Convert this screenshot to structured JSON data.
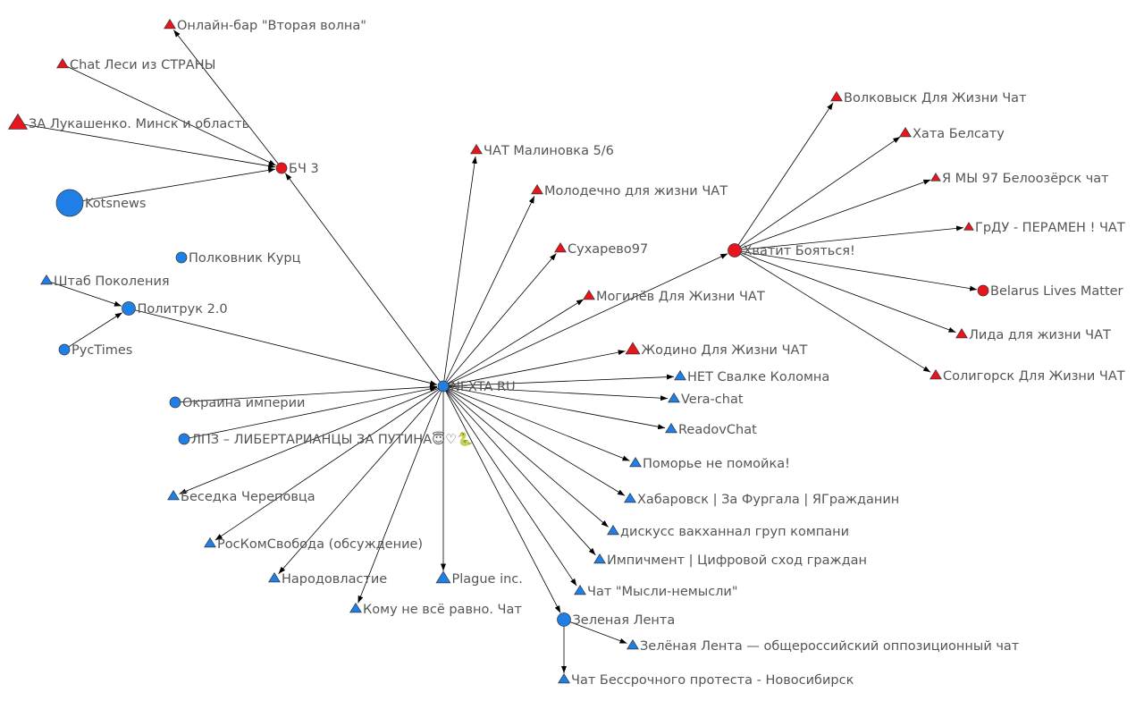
{
  "colors": {
    "red": "#e8141e",
    "blue": "#1f7fe6",
    "edge": "#000000",
    "label": "#555555"
  },
  "nodes": [
    {
      "id": "nexta",
      "label": "NEXTA RU",
      "shape": "circle",
      "color": "blue",
      "size": "s"
    },
    {
      "id": "bch3",
      "label": "БЧ 3",
      "shape": "circle",
      "color": "red",
      "size": "s"
    },
    {
      "id": "online_bar",
      "label": "Онлайн-бар \"Вторая волна\"",
      "shape": "triangle",
      "color": "red",
      "size": "s"
    },
    {
      "id": "chat_lesi",
      "label": "Chat Леси из СТРАНЫ",
      "shape": "triangle",
      "color": "red",
      "size": "s"
    },
    {
      "id": "za_luk",
      "label": "ЗА Лукашенко. Минск и область",
      "shape": "triangle",
      "color": "red",
      "size": "l"
    },
    {
      "id": "kotsnews",
      "label": "Kotsnews",
      "shape": "circle",
      "color": "blue",
      "size": "xl"
    },
    {
      "id": "polkovnik",
      "label": "Полковник Курц",
      "shape": "circle",
      "color": "blue",
      "size": "s"
    },
    {
      "id": "shtab",
      "label": "Штаб Поколения",
      "shape": "triangle",
      "color": "blue",
      "size": "s"
    },
    {
      "id": "politruk",
      "label": "Политрук 2.0",
      "shape": "circle",
      "color": "blue",
      "size": "m"
    },
    {
      "id": "ructimes",
      "label": "РусTimes",
      "shape": "circle",
      "color": "blue",
      "size": "s"
    },
    {
      "id": "okraina",
      "label": "Окраина империи",
      "shape": "circle",
      "color": "blue",
      "size": "s"
    },
    {
      "id": "lpz",
      "label": "ЛПЗ – ЛИБЕРТАРИАНЦЫ ЗА ПУТИНА😇♡🐍",
      "shape": "circle",
      "color": "blue",
      "size": "s"
    },
    {
      "id": "besedka",
      "label": "Беседка Череповца",
      "shape": "triangle",
      "color": "blue",
      "size": "s"
    },
    {
      "id": "roskom",
      "label": "РосКомСвобода (обсуждение)",
      "shape": "triangle",
      "color": "blue",
      "size": "s"
    },
    {
      "id": "narodovl",
      "label": "Народовластие",
      "shape": "triangle",
      "color": "blue",
      "size": "s"
    },
    {
      "id": "komu",
      "label": "Кому не всё равно. Чат",
      "shape": "triangle",
      "color": "blue",
      "size": "s"
    },
    {
      "id": "plague",
      "label": "Plague inc.",
      "shape": "triangle",
      "color": "blue",
      "size": "m"
    },
    {
      "id": "zelenaya",
      "label": "Зеленая Лента",
      "shape": "circle",
      "color": "blue",
      "size": "m"
    },
    {
      "id": "zelenaya2",
      "label": "Зелёная Лента — общероссийский оппозиционный чат",
      "shape": "triangle",
      "color": "blue",
      "size": "s"
    },
    {
      "id": "nsk",
      "label": "Чат Бессрочного протеста - Новосибирск",
      "shape": "triangle",
      "color": "blue",
      "size": "s"
    },
    {
      "id": "mysli",
      "label": "Чат \"Мысли-немысли\"",
      "shape": "triangle",
      "color": "blue",
      "size": "s"
    },
    {
      "id": "impeach",
      "label": "Импичмент | Цифровой сход граждан",
      "shape": "triangle",
      "color": "blue",
      "size": "s"
    },
    {
      "id": "diskuss",
      "label": "дискусс вакханнал груп компани",
      "shape": "triangle",
      "color": "blue",
      "size": "s"
    },
    {
      "id": "habarovsk",
      "label": "Хабаровск | За Фургала | ЯГражданин",
      "shape": "triangle",
      "color": "blue",
      "size": "s"
    },
    {
      "id": "pomorye",
      "label": "Поморье не помойка!",
      "shape": "triangle",
      "color": "blue",
      "size": "s"
    },
    {
      "id": "readov",
      "label": "ReadovChat",
      "shape": "triangle",
      "color": "blue",
      "size": "s"
    },
    {
      "id": "vera",
      "label": "Vera-chat",
      "shape": "triangle",
      "color": "blue",
      "size": "s"
    },
    {
      "id": "kolomna",
      "label": "НЕТ Свалке Коломна",
      "shape": "triangle",
      "color": "blue",
      "size": "s"
    },
    {
      "id": "zhodino",
      "label": "Жодино Для Жизни ЧАТ",
      "shape": "triangle",
      "color": "red",
      "size": "m"
    },
    {
      "id": "mogilev",
      "label": "Могилёв Для Жизни ЧАТ",
      "shape": "triangle",
      "color": "red",
      "size": "s"
    },
    {
      "id": "sukharevo",
      "label": "Сухарево97",
      "shape": "triangle",
      "color": "red",
      "size": "s"
    },
    {
      "id": "molodechno",
      "label": "Молодечно для жизни ЧАТ",
      "shape": "triangle",
      "color": "red",
      "size": "s"
    },
    {
      "id": "malinovka",
      "label": "ЧАТ Малиновка 5/6",
      "shape": "triangle",
      "color": "red",
      "size": "s"
    },
    {
      "id": "hvatit",
      "label": "Хватит Бояться!",
      "shape": "circle",
      "color": "red",
      "size": "m"
    },
    {
      "id": "volkovysk",
      "label": "Волковыск Для Жизни Чат",
      "shape": "triangle",
      "color": "red",
      "size": "s"
    },
    {
      "id": "hata",
      "label": "Хата Белсату",
      "shape": "triangle",
      "color": "red",
      "size": "s"
    },
    {
      "id": "ya_my",
      "label": "Я МЫ 97 Белоозёрск чат",
      "shape": "triangle",
      "color": "red",
      "size": "xs"
    },
    {
      "id": "grdu",
      "label": "ГрДУ - ПЕРАМЕН ! ЧАТ",
      "shape": "triangle",
      "color": "red",
      "size": "xs"
    },
    {
      "id": "blm",
      "label": "Belarus Lives Matter",
      "shape": "circle",
      "color": "red",
      "size": "s"
    },
    {
      "id": "lida",
      "label": "Лида для жизни ЧАТ",
      "shape": "triangle",
      "color": "red",
      "size": "s"
    },
    {
      "id": "soligorsk",
      "label": "Солигорск Для Жизни ЧАТ",
      "shape": "triangle",
      "color": "red",
      "size": "s"
    }
  ],
  "edges": [
    [
      "nexta",
      "bch3"
    ],
    [
      "bch3",
      "online_bar"
    ],
    [
      "chat_lesi",
      "bch3"
    ],
    [
      "za_luk",
      "bch3"
    ],
    [
      "kotsnews",
      "bch3"
    ],
    [
      "politruk",
      "nexta"
    ],
    [
      "shtab",
      "politruk"
    ],
    [
      "ructimes",
      "politruk"
    ],
    [
      "okraina",
      "nexta"
    ],
    [
      "lpz",
      "nexta"
    ],
    [
      "nexta",
      "besedka"
    ],
    [
      "nexta",
      "roskom"
    ],
    [
      "nexta",
      "narodovl"
    ],
    [
      "nexta",
      "komu"
    ],
    [
      "nexta",
      "plague"
    ],
    [
      "nexta",
      "zelenaya"
    ],
    [
      "zelenaya",
      "zelenaya2"
    ],
    [
      "zelenaya",
      "nsk"
    ],
    [
      "nexta",
      "mysli"
    ],
    [
      "nexta",
      "impeach"
    ],
    [
      "nexta",
      "diskuss"
    ],
    [
      "nexta",
      "habarovsk"
    ],
    [
      "nexta",
      "pomorye"
    ],
    [
      "nexta",
      "readov"
    ],
    [
      "nexta",
      "vera"
    ],
    [
      "nexta",
      "kolomna"
    ],
    [
      "nexta",
      "zhodino"
    ],
    [
      "nexta",
      "mogilev"
    ],
    [
      "nexta",
      "sukharevo"
    ],
    [
      "nexta",
      "molodechno"
    ],
    [
      "nexta",
      "malinovka"
    ],
    [
      "nexta",
      "hvatit"
    ],
    [
      "hvatit",
      "volkovysk"
    ],
    [
      "hvatit",
      "hata"
    ],
    [
      "hvatit",
      "ya_my"
    ],
    [
      "hvatit",
      "grdu"
    ],
    [
      "hvatit",
      "blm"
    ],
    [
      "hvatit",
      "lida"
    ],
    [
      "hvatit",
      "soligorsk"
    ]
  ]
}
